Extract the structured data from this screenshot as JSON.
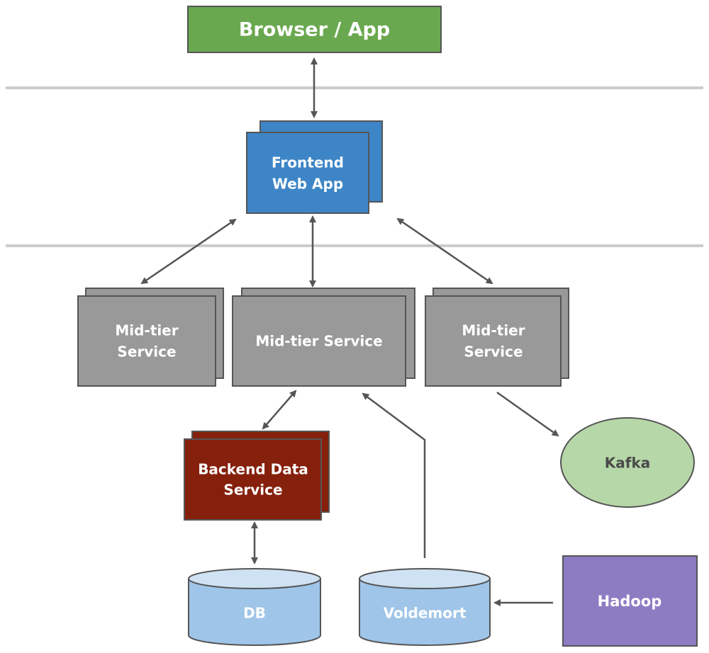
{
  "nodes": {
    "browser": {
      "label": "Browser / App"
    },
    "frontend": {
      "line1": "Frontend",
      "line2": "Web App"
    },
    "midtier_left": {
      "line1": "Mid-tier",
      "line2": "Service"
    },
    "midtier_center": {
      "label": "Mid-tier Service"
    },
    "midtier_right": {
      "line1": "Mid-tier",
      "line2": "Service"
    },
    "backend": {
      "line1": "Backend Data",
      "line2": "Service"
    },
    "kafka": {
      "label": "Kafka"
    },
    "db": {
      "label": "DB"
    },
    "voldemort": {
      "label": "Voldemort"
    },
    "hadoop": {
      "label": "Hadoop"
    }
  },
  "colors": {
    "browser": "#6aa84f",
    "frontend": "#3d85c6",
    "midtier": "#999999",
    "backend": "#85200c",
    "kafka": "#b6d7a8",
    "storage_body": "#9fc5e8",
    "storage_top": "#cfe2f3",
    "hadoop": "#8e7cc3",
    "stroke": "#555555",
    "separator": "#cccccc"
  }
}
